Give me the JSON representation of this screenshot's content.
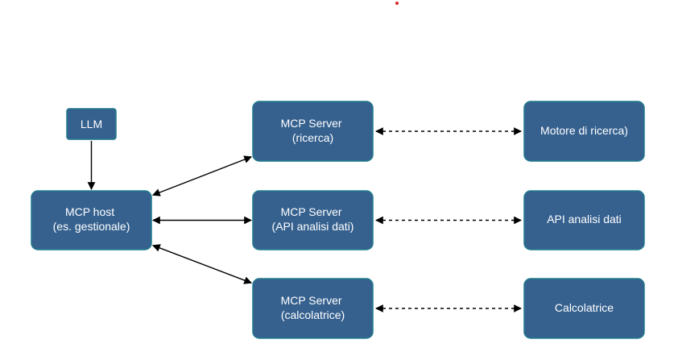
{
  "nodes": {
    "llm": [
      "LLM"
    ],
    "host": [
      "MCP host",
      "(es. gestionale)"
    ],
    "server_search": [
      "MCP Server",
      "(ricerca)"
    ],
    "server_api": [
      "MCP Server",
      "(API analisi dati)"
    ],
    "server_calc": [
      "MCP Server",
      "(calcolatrice)"
    ],
    "search_engine": [
      "Motore di ricerca)"
    ],
    "data_api": [
      "API analisi dati"
    ],
    "calculator": [
      "Calcolatrice"
    ]
  },
  "colors": {
    "node_fill": "#36618f",
    "node_border": "#1f7a8c",
    "node_text": "#ffffff",
    "edge": "#000000",
    "marker_dot": "#d62728"
  },
  "edges": [
    {
      "from": "llm",
      "to": "host",
      "style": "solid",
      "direction": "forward"
    },
    {
      "from": "host",
      "to": "server_search",
      "style": "solid",
      "direction": "both"
    },
    {
      "from": "host",
      "to": "server_api",
      "style": "solid",
      "direction": "both"
    },
    {
      "from": "host",
      "to": "server_calc",
      "style": "solid",
      "direction": "both"
    },
    {
      "from": "server_search",
      "to": "search_engine",
      "style": "dashed",
      "direction": "both"
    },
    {
      "from": "server_api",
      "to": "data_api",
      "style": "dashed",
      "direction": "both"
    },
    {
      "from": "server_calc",
      "to": "calculator",
      "style": "dashed",
      "direction": "both"
    }
  ]
}
